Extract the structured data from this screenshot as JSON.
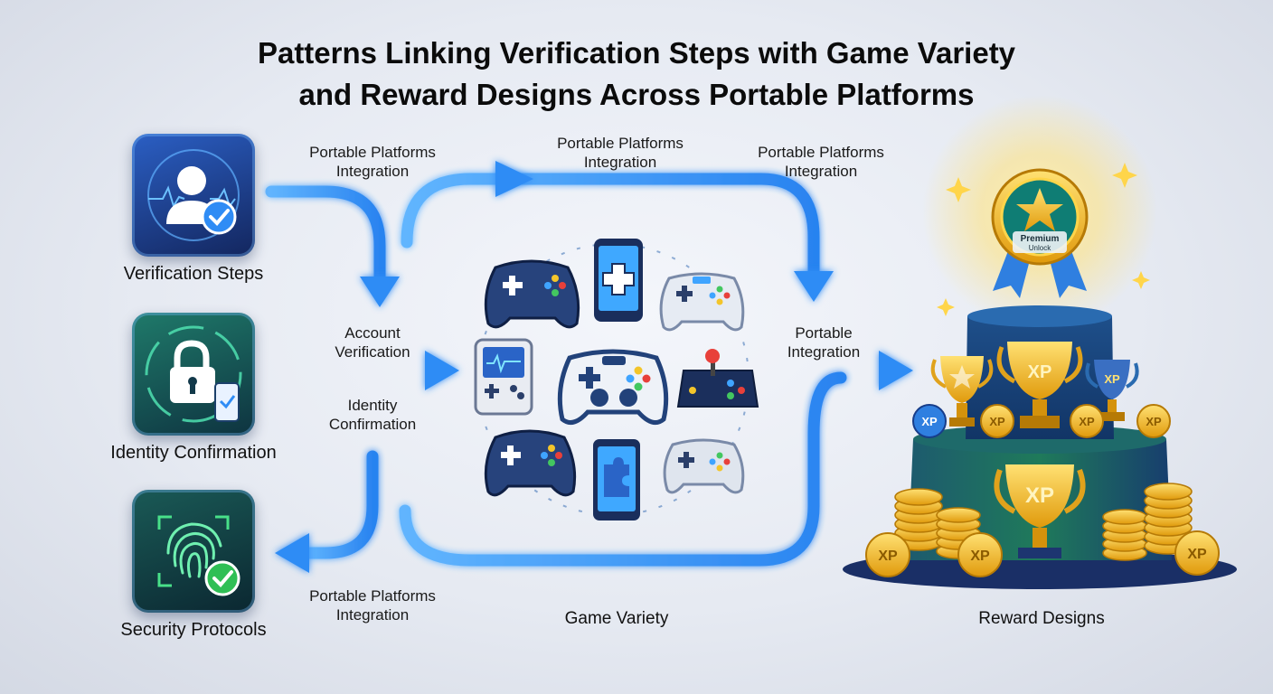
{
  "title": {
    "line1": "Patterns Linking Verification Steps with Game Variety",
    "line2": "and Reward Designs Across Portable Platforms"
  },
  "steps": [
    {
      "label": "Verification Steps",
      "icon": "user-verified-icon"
    },
    {
      "label": "Identity Confirmation",
      "icon": "padlock-phone-icon"
    },
    {
      "label": "Security Protocols",
      "icon": "fingerprint-check-icon"
    }
  ],
  "flow_labels": {
    "top_left": "Portable Platforms\nIntegration",
    "top_center": "Portable Platforms\nIntegration",
    "top_right": "Portable Platforms\nIntegration",
    "account": "Account\nVerification",
    "identity": "Identity\nConfirmation",
    "portable": "Portable\nIntegration",
    "bottom_left": "Portable Platforms\nIntegration"
  },
  "sections": {
    "games": "Game Variety",
    "rewards": "Reward Designs"
  },
  "badge": {
    "line1": "Premium",
    "line2": "Unlock"
  },
  "xp_label": "XP",
  "colors": {
    "arrow": "#2f8cf5",
    "gold": "#f2b51c",
    "navy": "#1d3570"
  }
}
